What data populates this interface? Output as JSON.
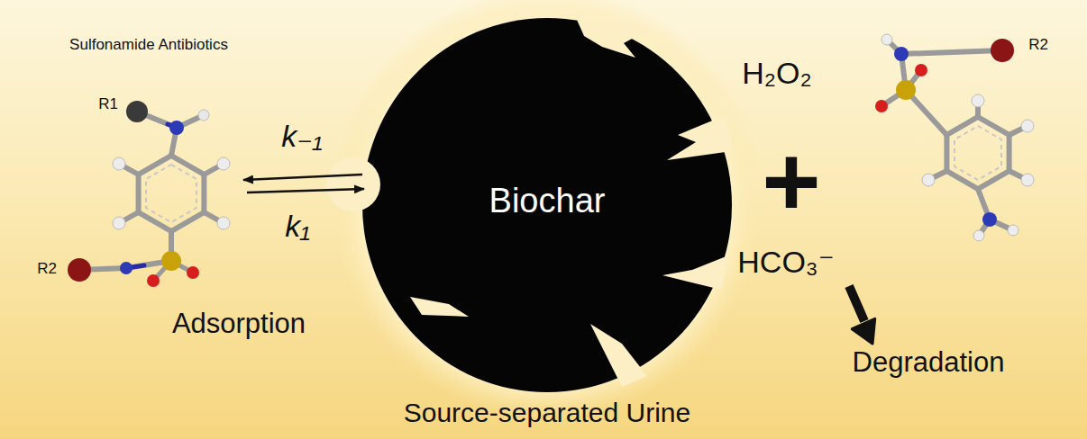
{
  "diagram": {
    "nodes": [
      {
        "text": [
          "Biochar"
        ]
      }
    ],
    "labels": [
      "Sulfonamide Antibiotics",
      "R1",
      "R2",
      "k₋₁",
      "k₁",
      "Adsorption",
      "H₂O₂",
      "+",
      "HCO₃⁻",
      "R2",
      "Degradation",
      "Source-separated Urine"
    ]
  }
}
